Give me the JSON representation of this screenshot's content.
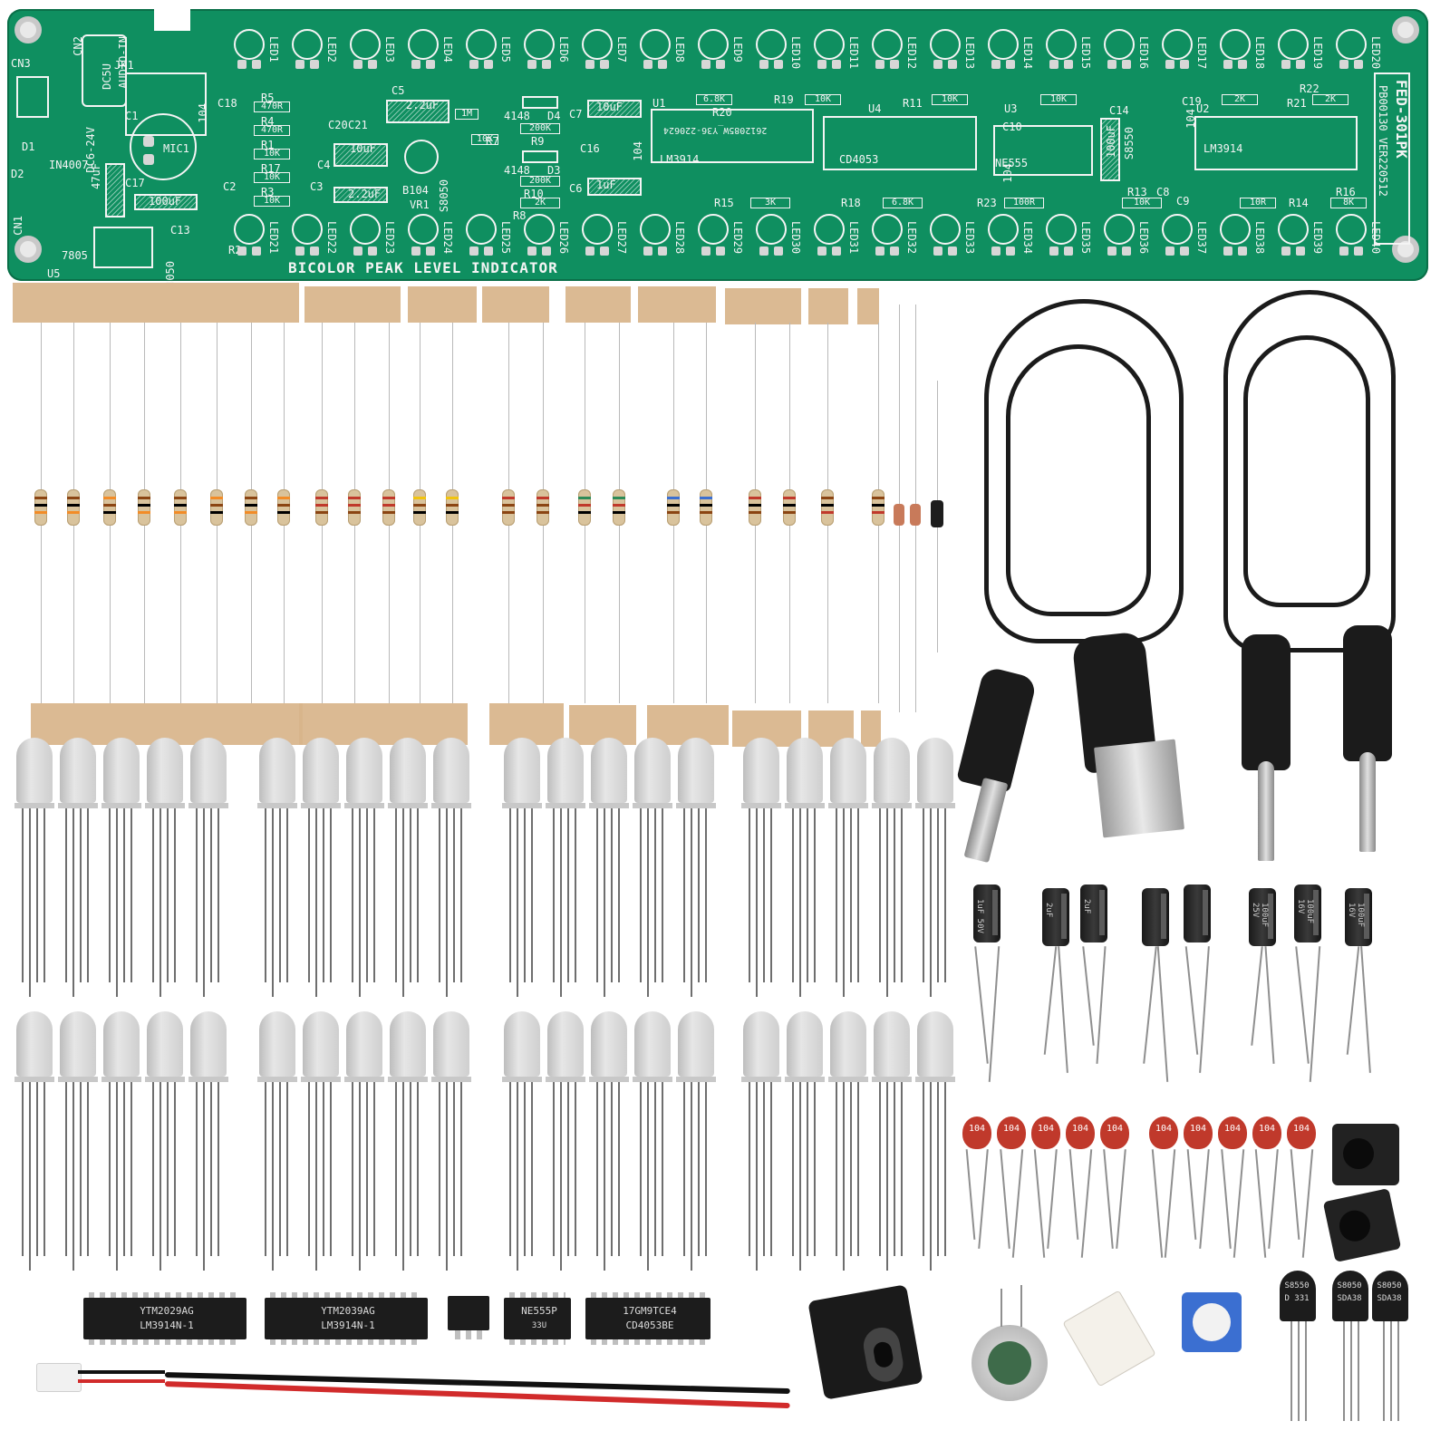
{
  "pcb": {
    "model": "FED-301PK",
    "serial": "PB00130 VER220512",
    "title_silk": "BICOLOR PEAK LEVEL INDICATOR",
    "date_code": "2612085W_Y36-220624",
    "connectors": [
      "CN3",
      "CN2",
      "JK1",
      "CN1",
      "AUDIO-IN",
      "DC5U",
      "DC6-24V"
    ],
    "ics": [
      "LM3914",
      "CD4053",
      "NE555",
      "LM3914",
      "7805"
    ],
    "ic_refs": [
      "U1",
      "U4",
      "U3",
      "U2",
      "U5"
    ],
    "transistors": [
      "S8050",
      "S8550",
      "S8050"
    ],
    "components": [
      "MIC1",
      "VR1",
      "B104",
      "D1",
      "D2",
      "D3",
      "D4",
      "IN4007",
      "4148",
      "4148"
    ],
    "cap_labels": [
      "2.2uF",
      "10uF",
      "2.2uF",
      "10uF",
      "1uF",
      "100uF",
      "47uF",
      "100uF",
      "104",
      "104",
      "104",
      "104"
    ],
    "res_labels": [
      "470R",
      "470R",
      "10K",
      "10K",
      "10K",
      "6.8K",
      "10K",
      "10K",
      "10K",
      "2K",
      "2K",
      "200K",
      "200K",
      "2K",
      "1M",
      "10K",
      "3K",
      "6.8K",
      "100R",
      "10K",
      "10R",
      "8K"
    ],
    "res_refs": [
      "R1",
      "R2",
      "R3",
      "R4",
      "R5",
      "R7",
      "R8",
      "R9",
      "R10",
      "R11",
      "R13",
      "R14",
      "R15",
      "R16",
      "R17",
      "R18",
      "R19",
      "R20",
      "R21",
      "R22",
      "R23"
    ],
    "cap_refs": [
      "C1",
      "C2",
      "C3",
      "C4",
      "C5",
      "C6",
      "C7",
      "C8",
      "C9",
      "C10",
      "C13",
      "C14",
      "C16",
      "C17",
      "C18",
      "C19",
      "C20",
      "C21"
    ],
    "led_top": [
      "LED1",
      "LED2",
      "LED3",
      "LED4",
      "LED5",
      "LED6",
      "LED7",
      "LED8",
      "LED9",
      "LED10",
      "LED11",
      "LED12",
      "LED13",
      "LED14",
      "LED15",
      "LED16",
      "LED17",
      "LED18",
      "LED19",
      "LED20"
    ],
    "led_bottom": [
      "LED21",
      "LED22",
      "LED23",
      "LED24",
      "LED25",
      "LED26",
      "LED27",
      "LED28",
      "LED29",
      "LED30",
      "LED31",
      "LED32",
      "LED33",
      "LED34",
      "LED35",
      "LED36",
      "LED37",
      "LED38",
      "LED39",
      "LED40"
    ]
  },
  "capacitor_labels": [
    "1uF 50V",
    "2uF",
    "2uF",
    "",
    "",
    "100uF 25V",
    "100uF 16V",
    "100uF 16V"
  ],
  "ceramic_label": "104",
  "chips": [
    {
      "line1": "YTM2029AG",
      "line2": "LM3914N-1"
    },
    {
      "line1": "YTM2039AG",
      "line2": "LM3914N-1"
    },
    {
      "line1": "NE555P",
      "line2": "33U"
    },
    {
      "line1": "17GM9TCE4",
      "line2": "CD4053BE"
    }
  ],
  "transistor_labels": [
    {
      "line1": "S8550",
      "line2": "D 331"
    },
    {
      "line1": "S8050",
      "line2": "SDA38"
    },
    {
      "line1": "S8050",
      "line2": "SDA38"
    }
  ],
  "colors": {
    "pcb_green": "#0f8f60",
    "silkscreen": "#f4f4f4",
    "tape": "#d8b48a",
    "cable": "#1b1b1b",
    "ceramic_cap": "#c0392b",
    "trimmer_blue": "#3b6fd1"
  }
}
